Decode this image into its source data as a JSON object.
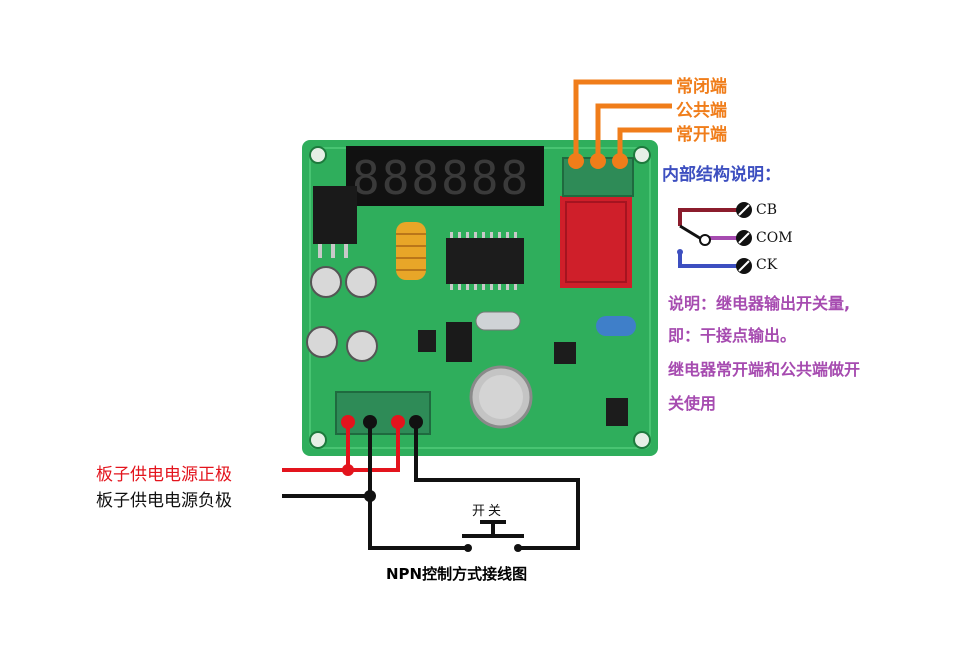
{
  "relay_terminals": {
    "nc": "常闭端",
    "common": "公共端",
    "no": "常开端"
  },
  "internal": {
    "title": "内部结构说明：",
    "cb": "CB",
    "com": "COM",
    "ck": "CK"
  },
  "notes": {
    "line1": "说明：继电器输出开关量,",
    "line2": "即：干接点输出。",
    "line3": "继电器常开端和公共端做开",
    "line4": "关使用"
  },
  "power": {
    "positive": "板子供电电源正极",
    "negative": "板子供电电源负极"
  },
  "switch_label": "开关",
  "caption": "NPN控制方式接线图",
  "display": {
    "digits": "888888"
  },
  "colors": {
    "pcb": "#2fae5c",
    "orange_wire": "#f07d1a",
    "red_wire": "#e3141d",
    "cb_wire": "#8b1c2c",
    "com_wire": "#a64bb0",
    "ck_wire": "#3d4fc0"
  }
}
